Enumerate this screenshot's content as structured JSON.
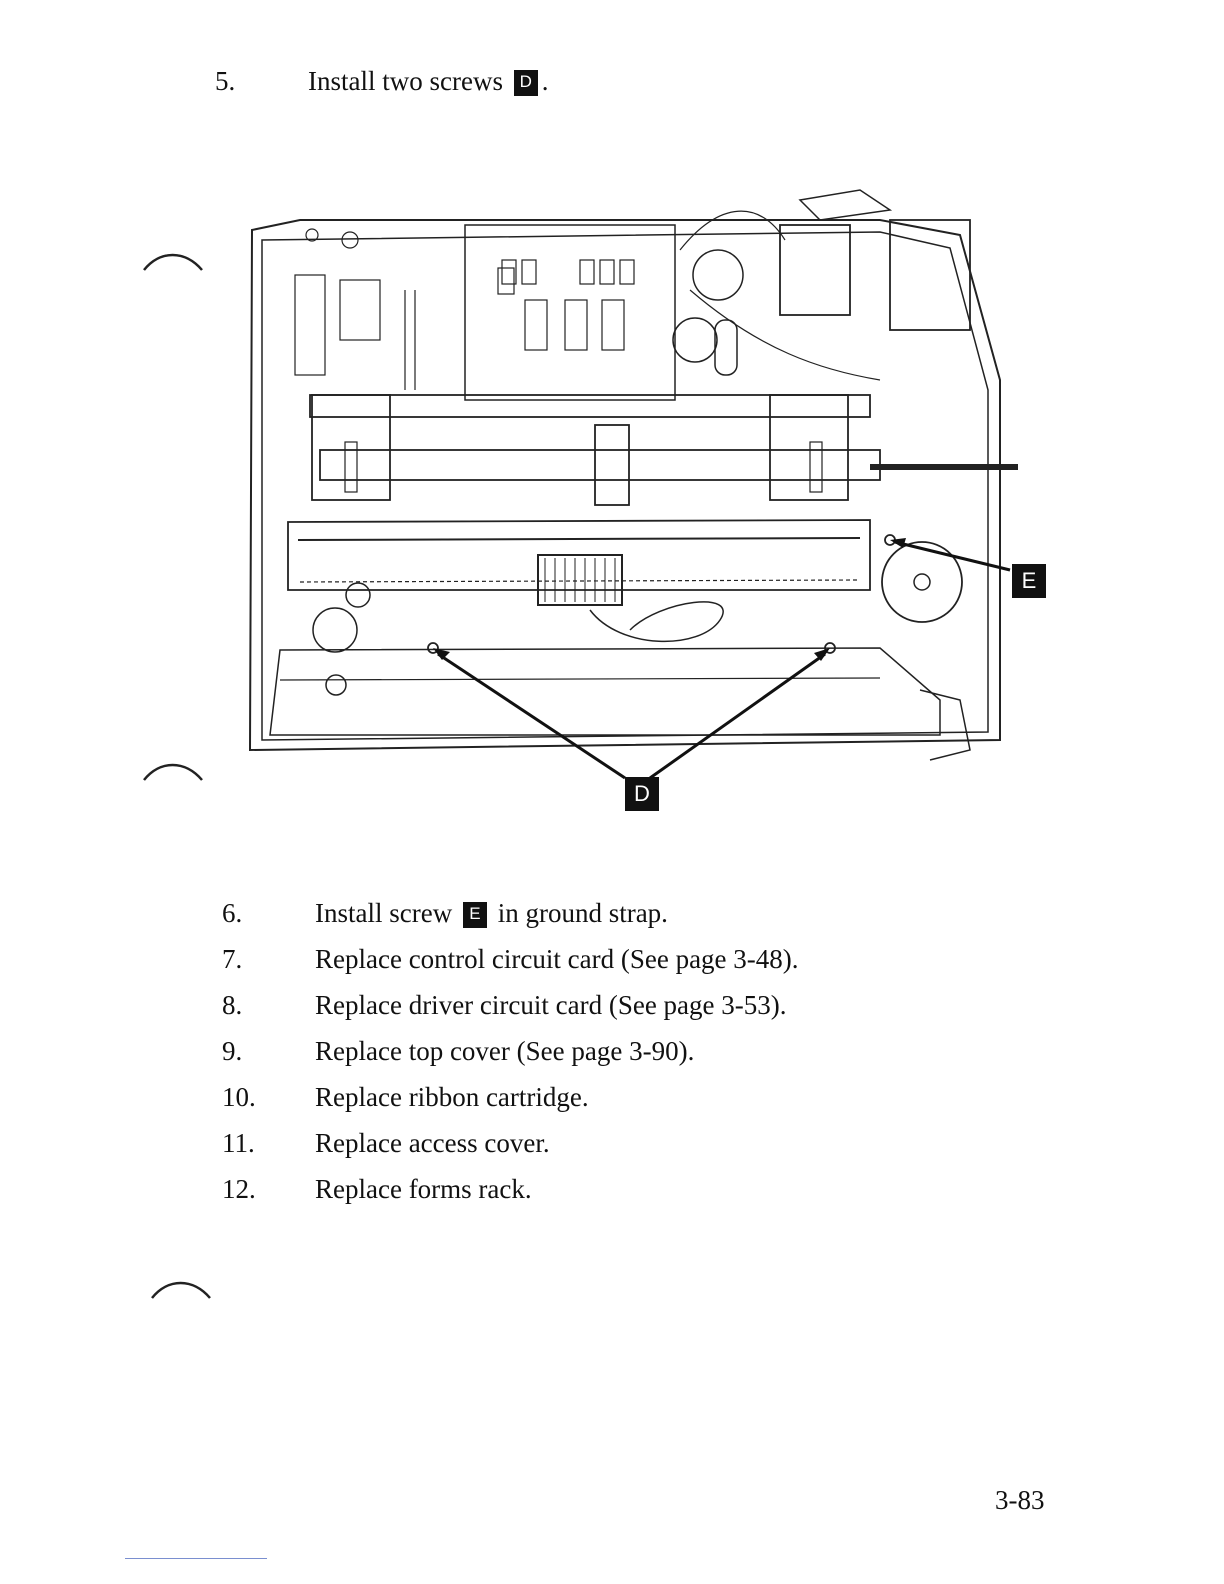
{
  "steps": [
    {
      "number": "5.",
      "parts": [
        "Install two screws ",
        "D",
        "."
      ]
    },
    {
      "number": "6.",
      "parts": [
        "Install screw ",
        "E",
        " in ground strap."
      ]
    },
    {
      "number": "7.",
      "text": "Replace control circuit card (See page 3-48)."
    },
    {
      "number": "8.",
      "text": "Replace driver circuit card (See page 3-53)."
    },
    {
      "number": "9.",
      "text": "Replace top cover (See page 3-90)."
    },
    {
      "number": "10.",
      "text": "Replace ribbon cartridge."
    },
    {
      "number": "11.",
      "text": "Replace access cover."
    },
    {
      "number": "12.",
      "text": "Replace forms rack."
    }
  ],
  "figure": {
    "callout_d": "D",
    "callout_e": "E"
  },
  "page_number": "3-83"
}
